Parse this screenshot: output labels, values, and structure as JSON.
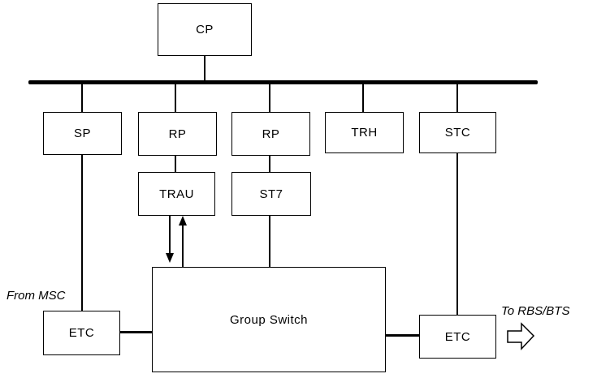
{
  "diagram": {
    "nodes": {
      "cp": {
        "label": "CP"
      },
      "sp": {
        "label": "SP"
      },
      "rp1": {
        "label": "RP"
      },
      "rp2": {
        "label": "RP"
      },
      "trh": {
        "label": "TRH"
      },
      "stc": {
        "label": "STC"
      },
      "trau": {
        "label": "TRAU"
      },
      "st7": {
        "label": "ST7"
      },
      "group_switch": {
        "label": "Group Switch"
      },
      "etc_left": {
        "label": "ETC"
      },
      "etc_right": {
        "label": "ETC"
      }
    },
    "annotations": {
      "from_msc": "From MSC",
      "to_rbs_bts": "To RBS/BTS"
    },
    "edges": [
      {
        "from": "CP",
        "to": "bus",
        "style": "line"
      },
      {
        "from": "bus",
        "to": "SP",
        "style": "line"
      },
      {
        "from": "bus",
        "to": "RP (left)",
        "style": "line"
      },
      {
        "from": "bus",
        "to": "RP (right)",
        "style": "line"
      },
      {
        "from": "bus",
        "to": "TRH",
        "style": "line"
      },
      {
        "from": "bus",
        "to": "STC",
        "style": "line"
      },
      {
        "from": "RP (left)",
        "to": "TRAU",
        "style": "line"
      },
      {
        "from": "RP (right)",
        "to": "ST7",
        "style": "line"
      },
      {
        "from": "SP",
        "to": "ETC (left)",
        "style": "line"
      },
      {
        "from": "STC",
        "to": "ETC (right)",
        "style": "line"
      },
      {
        "from": "TRAU",
        "to": "Group Switch",
        "style": "double-arrow"
      },
      {
        "from": "ST7",
        "to": "Group Switch",
        "style": "line"
      },
      {
        "from": "ETC (left)",
        "to": "Group Switch",
        "style": "line"
      },
      {
        "from": "Group Switch",
        "to": "ETC (right)",
        "style": "line"
      },
      {
        "from": "ETC (right)",
        "to": "RBS/BTS",
        "style": "hollow-arrow"
      }
    ],
    "colors": {
      "line": "#000000",
      "background": "#ffffff",
      "box_fill": "#ffffff"
    }
  }
}
